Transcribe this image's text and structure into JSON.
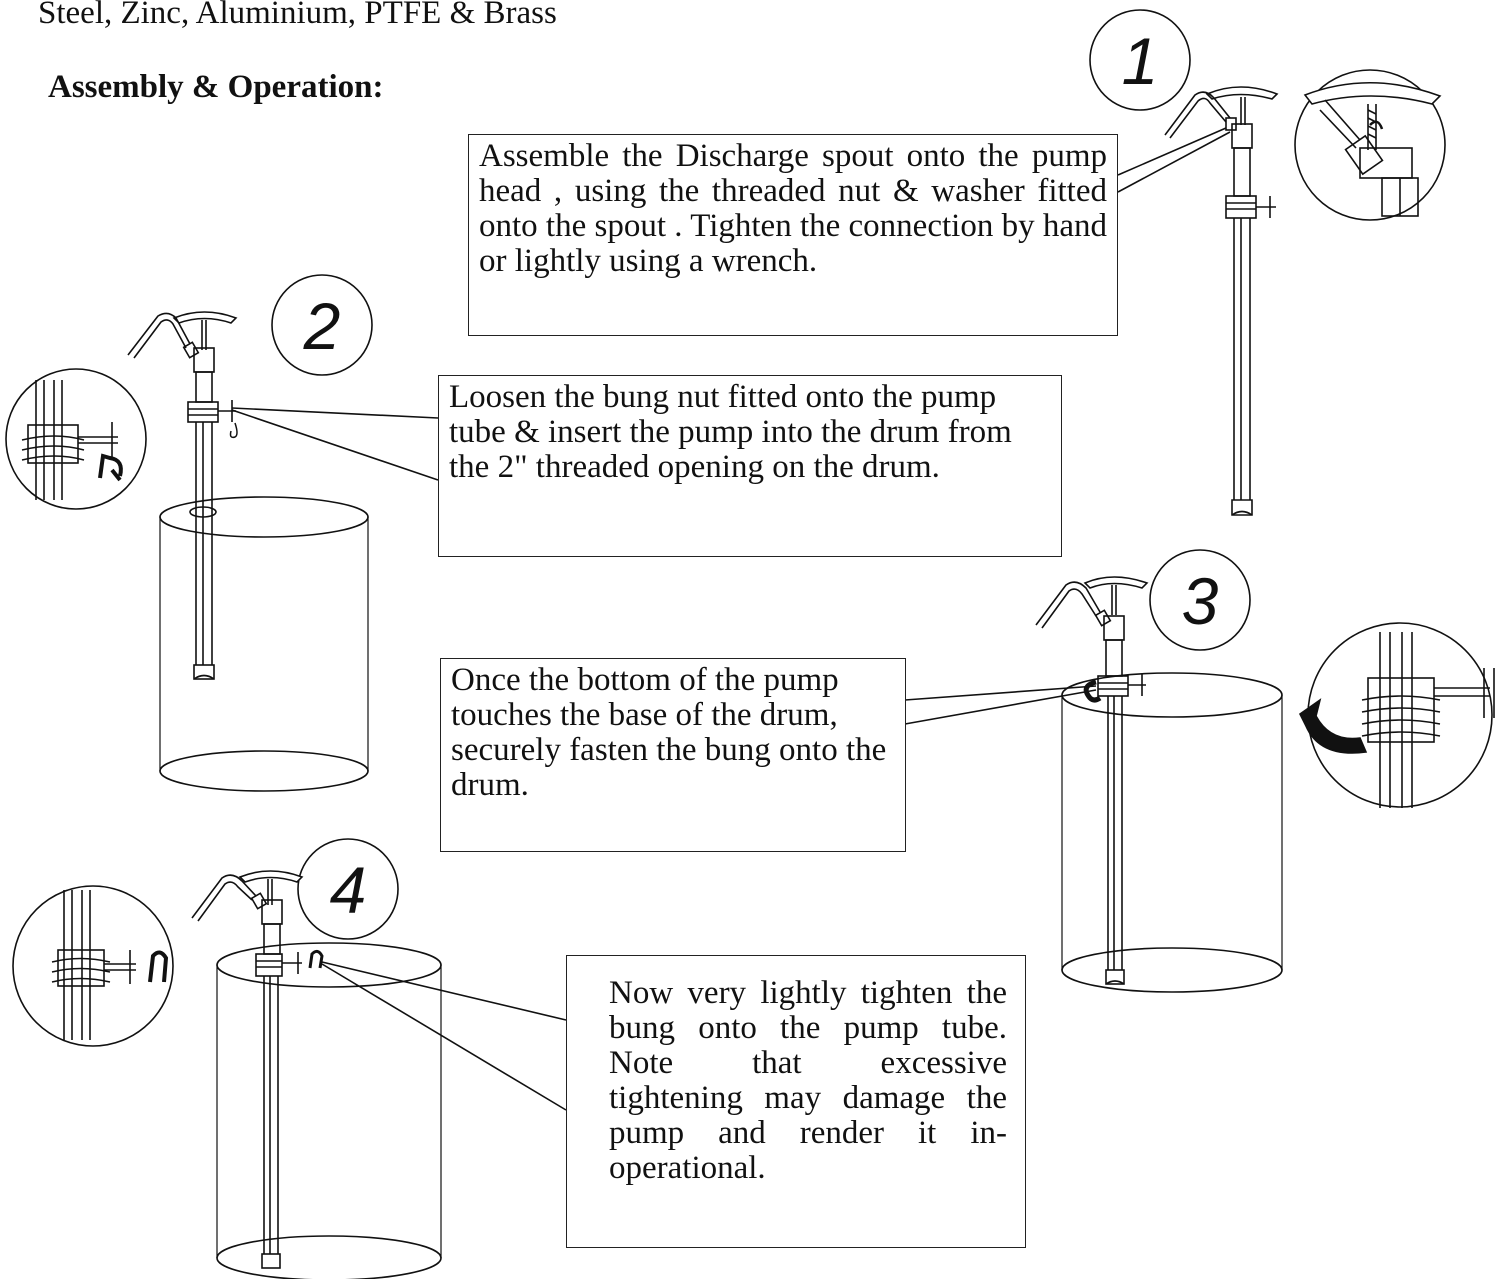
{
  "intro_line": "Steel, Zinc, Aluminium, PTFE & Brass",
  "heading": "Assembly & Operation:",
  "steps": [
    {
      "number": "1",
      "text": "Assemble the Discharge spout onto the pump head , using the threaded nut & washer fitted onto the spout . Tighten the connection by hand or lightly using a wrench."
    },
    {
      "number": "2",
      "text": "Loosen the bung nut fitted onto the pump tube & insert the pump into the drum from the 2\" threaded opening on the drum."
    },
    {
      "number": "3",
      "text": "Once the bottom of the pump touches the base of the drum, securely fasten the bung onto the drum."
    },
    {
      "number": "4",
      "text": "Now very lightly tighten the bung onto the pump tube. Note that excessive tightening may damage the pump and render it in-operational."
    }
  ],
  "icons": [
    "hand-pump-icon",
    "drum-icon",
    "bung-nut-detail-icon",
    "rotation-arrow-icon",
    "spout-detail-icon"
  ]
}
